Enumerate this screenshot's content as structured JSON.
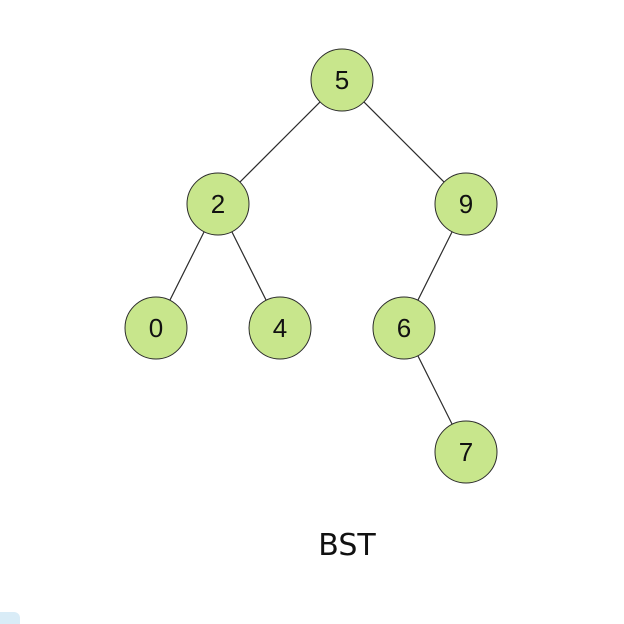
{
  "diagram": {
    "caption": "BST",
    "node_fill": "#c8e68c",
    "line_color": "#2b2b2b",
    "nodes": [
      {
        "id": "n5",
        "label": "5"
      },
      {
        "id": "n2",
        "label": "2"
      },
      {
        "id": "n9",
        "label": "9"
      },
      {
        "id": "n0",
        "label": "0"
      },
      {
        "id": "n4",
        "label": "4"
      },
      {
        "id": "n6",
        "label": "6"
      },
      {
        "id": "n7",
        "label": "7"
      }
    ],
    "edges": [
      {
        "from": "n5",
        "to": "n2"
      },
      {
        "from": "n5",
        "to": "n9"
      },
      {
        "from": "n2",
        "to": "n0"
      },
      {
        "from": "n2",
        "to": "n4"
      },
      {
        "from": "n9",
        "to": "n6"
      },
      {
        "from": "n6",
        "to": "n7"
      }
    ]
  }
}
